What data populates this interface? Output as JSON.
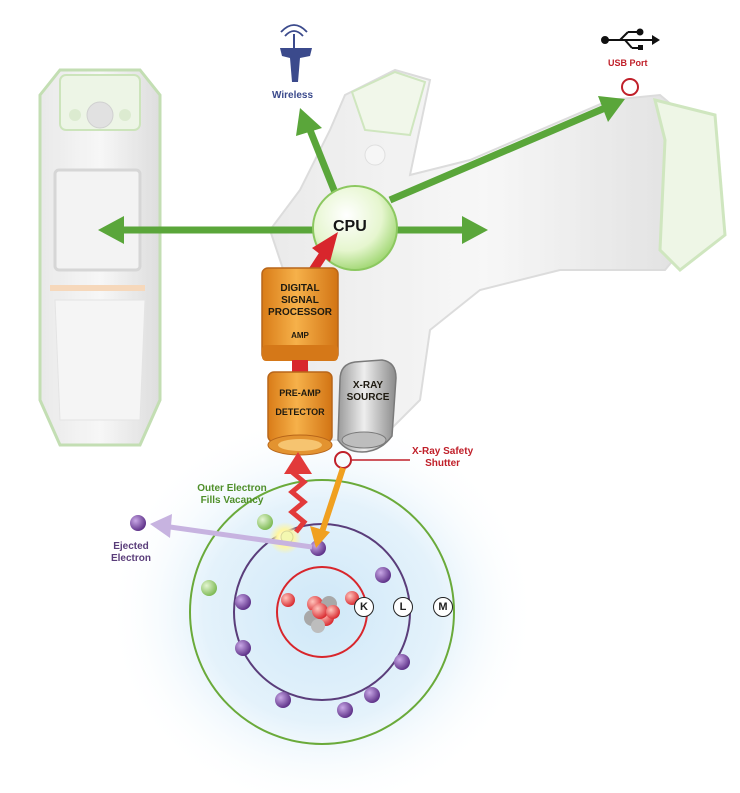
{
  "labels": {
    "wireless": "Wireless",
    "usb_port": "USB Port",
    "cpu": "CPU",
    "dsp_line1": "DIGITAL",
    "dsp_line2": "SIGNAL",
    "dsp_line3": "PROCESSOR",
    "amp": "AMP",
    "pre_amp": "PRE-AMP",
    "detector": "DETECTOR",
    "xray_line1": "X-RAY",
    "xray_line2": "SOURCE",
    "shutter_line1": "X-Ray Safety",
    "shutter_line2": "Shutter",
    "outer_line1": "Outer Electron",
    "outer_line2": "Fills Vacancy",
    "ejected_line1": "Ejected",
    "ejected_line2": "Electron",
    "shell_k": "K",
    "shell_l": "L",
    "shell_m": "M"
  },
  "colors": {
    "arrow_green": "#5aa63a",
    "arrow_red": "#d8262c",
    "arrow_orange": "#f0a020",
    "label_blue": "#3b4a8c",
    "label_red": "#c0202a",
    "electron_purple": "#7a4fa0",
    "electron_green": "#8fc46a",
    "nucleus_red": "#d8262c",
    "shell_m": "#6aaa3a",
    "shell_l": "#5a3d7a",
    "shell_k": "#d8262c",
    "component_orange": "#f0a030"
  }
}
